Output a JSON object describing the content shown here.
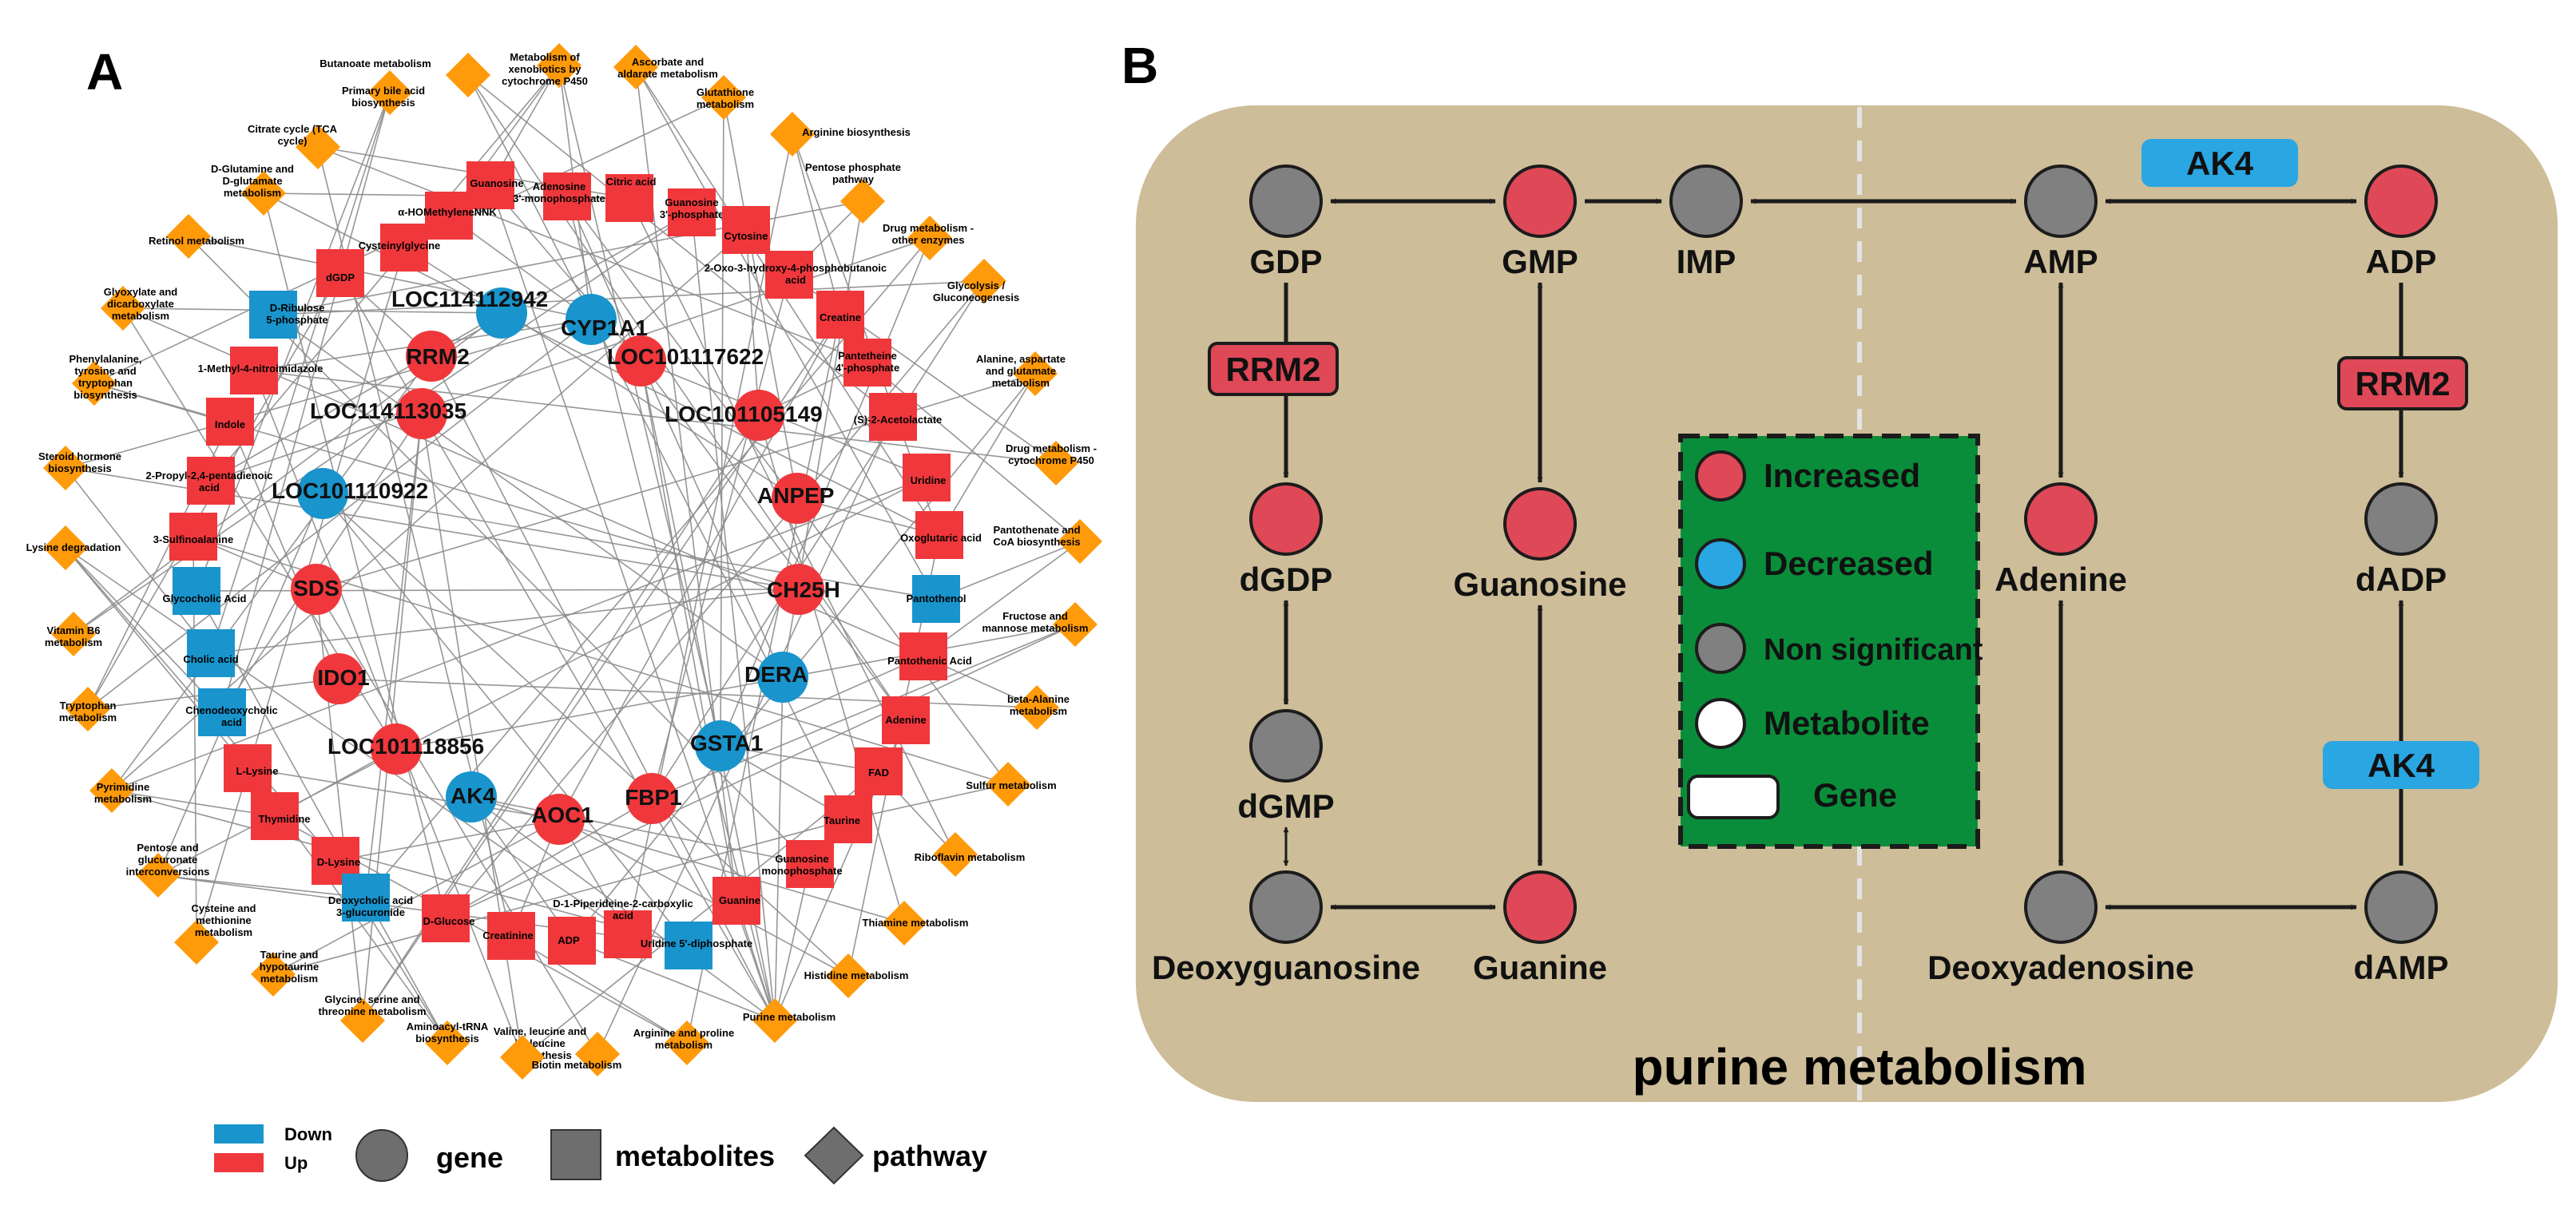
{
  "panelA": {
    "label": "A",
    "genes": [
      {
        "id": "LOC114112942",
        "text": "LOC114112942",
        "status": "down"
      },
      {
        "id": "CYP1A1",
        "text": "CYP1A1",
        "status": "down"
      },
      {
        "id": "RRM2",
        "text": "RRM2",
        "status": "up"
      },
      {
        "id": "LOC101117622",
        "text": "LOC101117622",
        "status": "up"
      },
      {
        "id": "LOC114113035",
        "text": "LOC114113035",
        "status": "up"
      },
      {
        "id": "LOC101105149",
        "text": "LOC101105149",
        "status": "up"
      },
      {
        "id": "LOC101110922",
        "text": "LOC101110922",
        "status": "down"
      },
      {
        "id": "ANPEP",
        "text": "ANPEP",
        "status": "up"
      },
      {
        "id": "SDS",
        "text": "SDS",
        "status": "up"
      },
      {
        "id": "CH25H",
        "text": "CH25H",
        "status": "up"
      },
      {
        "id": "IDO1",
        "text": "IDO1",
        "status": "up"
      },
      {
        "id": "DERA",
        "text": "DERA",
        "status": "down"
      },
      {
        "id": "LOC101118856",
        "text": "LOC101118856",
        "status": "up"
      },
      {
        "id": "GSTA1",
        "text": "GSTA1",
        "status": "down"
      },
      {
        "id": "AK4",
        "text": "AK4",
        "status": "down"
      },
      {
        "id": "AOC1",
        "text": "AOC1",
        "status": "up"
      },
      {
        "id": "FBP1",
        "text": "FBP1",
        "status": "up"
      }
    ],
    "metabolites": [
      {
        "id": "m0",
        "text": "Guanosine",
        "status": "up"
      },
      {
        "id": "m1",
        "text": "Adenosine 3'-monophosphate",
        "status": "up"
      },
      {
        "id": "m2",
        "text": "Citric acid",
        "status": "up"
      },
      {
        "id": "m3",
        "text": "Guanosine 3'-phosphate",
        "status": "up"
      },
      {
        "id": "m4",
        "text": "α-HOMethyleneNNK",
        "status": "up"
      },
      {
        "id": "m5",
        "text": "Cytosine",
        "status": "up"
      },
      {
        "id": "m6",
        "text": "Cysteinylglycine",
        "status": "up"
      },
      {
        "id": "m7",
        "text": "2-Oxo-3-hydroxy-4-phosphobutanoic acid",
        "status": "up"
      },
      {
        "id": "m8",
        "text": "dGDP",
        "status": "up"
      },
      {
        "id": "m9",
        "text": "Creatine",
        "status": "up"
      },
      {
        "id": "m10",
        "text": "D-Ribulose 5-phosphate",
        "status": "down"
      },
      {
        "id": "m11",
        "text": "Pantetheine 4'-phosphate",
        "status": "up"
      },
      {
        "id": "m12",
        "text": "1-Methyl-4-nitroimidazole",
        "status": "up"
      },
      {
        "id": "m13",
        "text": "(S)-2-Acetolactate",
        "status": "up"
      },
      {
        "id": "m14",
        "text": "Indole",
        "status": "up"
      },
      {
        "id": "m15",
        "text": "Uridine",
        "status": "up"
      },
      {
        "id": "m16",
        "text": "2-Propyl-2,4-pentadienoic acid",
        "status": "up"
      },
      {
        "id": "m17",
        "text": "Oxoglutaric acid",
        "status": "up"
      },
      {
        "id": "m18",
        "text": "3-Sulfinoalanine",
        "status": "up"
      },
      {
        "id": "m19",
        "text": "Glycocholic Acid",
        "status": "down"
      },
      {
        "id": "m20",
        "text": "Pantothenol",
        "status": "down"
      },
      {
        "id": "m21",
        "text": "Cholic acid",
        "status": "down"
      },
      {
        "id": "m22",
        "text": "Pantothenic Acid",
        "status": "up"
      },
      {
        "id": "m23",
        "text": "Chenodeoxycholic acid",
        "status": "down"
      },
      {
        "id": "m24",
        "text": "Adenine",
        "status": "up"
      },
      {
        "id": "m25",
        "text": "L-Lysine",
        "status": "up"
      },
      {
        "id": "m26",
        "text": "FAD",
        "status": "up"
      },
      {
        "id": "m27",
        "text": "Thymidine",
        "status": "up"
      },
      {
        "id": "m28",
        "text": "Taurine",
        "status": "up"
      },
      {
        "id": "m29",
        "text": "D-Lysine",
        "status": "up"
      },
      {
        "id": "m30",
        "text": "Guanosine monophosphate",
        "status": "up"
      },
      {
        "id": "m31",
        "text": "Deoxycholic acid 3-glucuronide",
        "status": "down"
      },
      {
        "id": "m32",
        "text": "Guanine",
        "status": "up"
      },
      {
        "id": "m33",
        "text": "D-Glucose",
        "status": "up"
      },
      {
        "id": "m34",
        "text": "D-1-Piperideine-2-carboxylic acid",
        "status": "up"
      },
      {
        "id": "m35",
        "text": "Creatinine",
        "status": "up"
      },
      {
        "id": "m36",
        "text": "ADP",
        "status": "up"
      },
      {
        "id": "m37",
        "text": "Uridine 5'-diphosphate",
        "status": "down"
      }
    ],
    "pathways": [
      {
        "id": "p0",
        "text": "Butanoate metabolism"
      },
      {
        "id": "p1",
        "text": "Metabolism of xenobiotics by cytochrome P450"
      },
      {
        "id": "p2",
        "text": "Ascorbate and aldarate metabolism"
      },
      {
        "id": "p3",
        "text": "Primary bile acid biosynthesis"
      },
      {
        "id": "p4",
        "text": "Glutathione metabolism"
      },
      {
        "id": "p5",
        "text": "Citrate cycle (TCA cycle)"
      },
      {
        "id": "p6",
        "text": "Arginine biosynthesis"
      },
      {
        "id": "p7",
        "text": "D-Glutamine and D-glutamate metabolism"
      },
      {
        "id": "p8",
        "text": "Pentose phosphate pathway"
      },
      {
        "id": "p9",
        "text": "Retinol metabolism"
      },
      {
        "id": "p10",
        "text": "Drug metabolism - other enzymes"
      },
      {
        "id": "p11",
        "text": "Glyoxylate and dicarboxylate metabolism"
      },
      {
        "id": "p12",
        "text": "Glycolysis / Gluconeogenesis"
      },
      {
        "id": "p13",
        "text": "Phenylalanine, tyrosine and tryptophan biosynthesis"
      },
      {
        "id": "p14",
        "text": "Alanine, aspartate and glutamate metabolism"
      },
      {
        "id": "p15",
        "text": "Steroid hormone biosynthesis"
      },
      {
        "id": "p16",
        "text": "Drug metabolism - cytochrome P450"
      },
      {
        "id": "p17",
        "text": "Lysine degradation"
      },
      {
        "id": "p18",
        "text": "Pantothenate and CoA biosynthesis"
      },
      {
        "id": "p19",
        "text": "Vitamin B6 metabolism"
      },
      {
        "id": "p20",
        "text": "Fructose and mannose metabolism"
      },
      {
        "id": "p21",
        "text": "Tryptophan metabolism"
      },
      {
        "id": "p22",
        "text": "beta-Alanine metabolism"
      },
      {
        "id": "p23",
        "text": "Pyrimidine metabolism"
      },
      {
        "id": "p24",
        "text": "Sulfur metabolism"
      },
      {
        "id": "p25",
        "text": "Pentose and glucuronate interconversions"
      },
      {
        "id": "p26",
        "text": "Riboflavin metabolism"
      },
      {
        "id": "p27",
        "text": "Cysteine and methionine metabolism"
      },
      {
        "id": "p28",
        "text": "Thiamine metabolism"
      },
      {
        "id": "p29",
        "text": "Taurine and hypotaurine metabolism"
      },
      {
        "id": "p30",
        "text": "Histidine metabolism"
      },
      {
        "id": "p31",
        "text": "Glycine, serine and threonine metabolism"
      },
      {
        "id": "p32",
        "text": "Purine metabolism"
      },
      {
        "id": "p33",
        "text": "Aminoacyl-tRNA biosynthesis"
      },
      {
        "id": "p34",
        "text": "Arginine and proline metabolism"
      },
      {
        "id": "p35",
        "text": "Valine, leucine and isoleucine biosynthesis"
      },
      {
        "id": "p36",
        "text": "Biotin metabolism"
      }
    ],
    "legend": {
      "down": "Down",
      "up": "Up",
      "gene": "gene",
      "metabolites": "metabolites",
      "pathway": "pathway"
    }
  },
  "panelB": {
    "label": "B",
    "title": "purine metabolism",
    "nodes": [
      {
        "id": "GDP",
        "text": "GDP",
        "status": "ns"
      },
      {
        "id": "GMP",
        "text": "GMP",
        "status": "inc"
      },
      {
        "id": "IMP",
        "text": "IMP",
        "status": "ns"
      },
      {
        "id": "AMP",
        "text": "AMP",
        "status": "ns"
      },
      {
        "id": "ADP",
        "text": "ADP",
        "status": "inc"
      },
      {
        "id": "dGDP",
        "text": "dGDP",
        "status": "inc"
      },
      {
        "id": "Guanosine",
        "text": "Guanosine",
        "status": "inc"
      },
      {
        "id": "Adenine",
        "text": "Adenine",
        "status": "inc"
      },
      {
        "id": "dADP",
        "text": "dADP",
        "status": "ns"
      },
      {
        "id": "dGMP",
        "text": "dGMP",
        "status": "ns"
      },
      {
        "id": "Deoxyguanosine",
        "text": "Deoxyguanosine",
        "status": "ns"
      },
      {
        "id": "Guanine",
        "text": "Guanine",
        "status": "inc"
      },
      {
        "id": "Deoxyadenosine",
        "text": "Deoxyadenosine",
        "status": "ns"
      },
      {
        "id": "dAMP",
        "text": "dAMP",
        "status": "ns"
      }
    ],
    "genes": [
      {
        "id": "g-rrm2-left",
        "text": "RRM2",
        "status": "inc"
      },
      {
        "id": "g-rrm2-right",
        "text": "RRM2",
        "status": "inc"
      },
      {
        "id": "g-ak4-top",
        "text": "AK4",
        "status": "dec"
      },
      {
        "id": "g-ak4-right",
        "text": "AK4",
        "status": "dec"
      }
    ],
    "legend": {
      "increased": "Increased",
      "decreased": "Decreased",
      "ns": "Non significant",
      "metabolite": "Metabolite",
      "gene": "Gene"
    }
  },
  "colors": {
    "up": "#f0383c",
    "down": "#1994cc",
    "pathway": "#ff9a0a",
    "increased": "#df4856",
    "decreased": "#2aa6e2",
    "ns": "#808080",
    "panelBg": "#cdbd98",
    "legendBg": "#0a8d3a"
  }
}
